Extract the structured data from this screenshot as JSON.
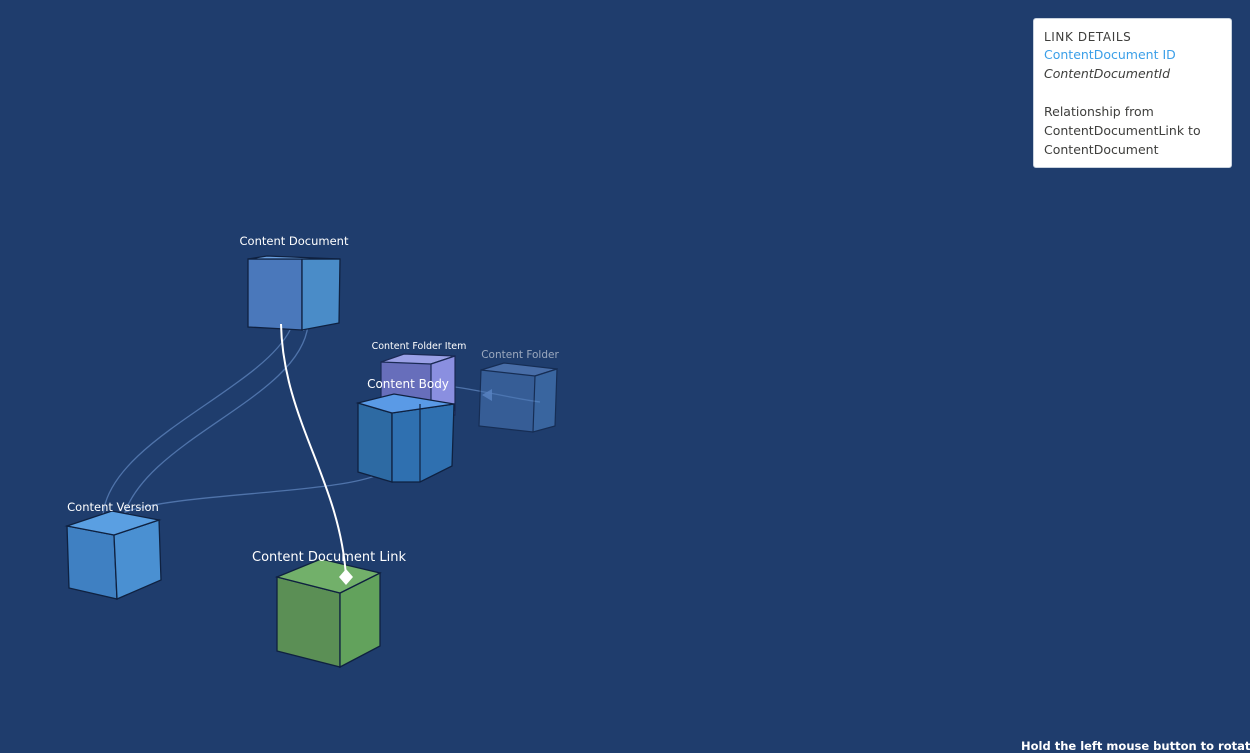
{
  "nodes": {
    "content_document": {
      "label": "Content Document"
    },
    "content_folder_item": {
      "label": "Content Folder Item"
    },
    "content_folder": {
      "label": "Content Folder"
    },
    "content_body": {
      "label": "Content Body"
    },
    "content_version": {
      "label": "Content Version"
    },
    "content_document_link": {
      "label": "Content Document Link"
    }
  },
  "colors": {
    "background": "#1f3d6d",
    "cube_blue": "#4a86c8",
    "cube_green": "#5d9e5a",
    "cube_purple": "#7b7fd0",
    "selected_link": "#ffffff",
    "details_link": "#3b9fe8"
  },
  "details": {
    "title": "LINK DETAILS",
    "field_label": "ContentDocument ID",
    "field_api_name": "ContentDocumentId",
    "description": "Relationship from ContentDocumentLink to ContentDocument"
  },
  "hint": "Hold the left mouse button to rotate."
}
